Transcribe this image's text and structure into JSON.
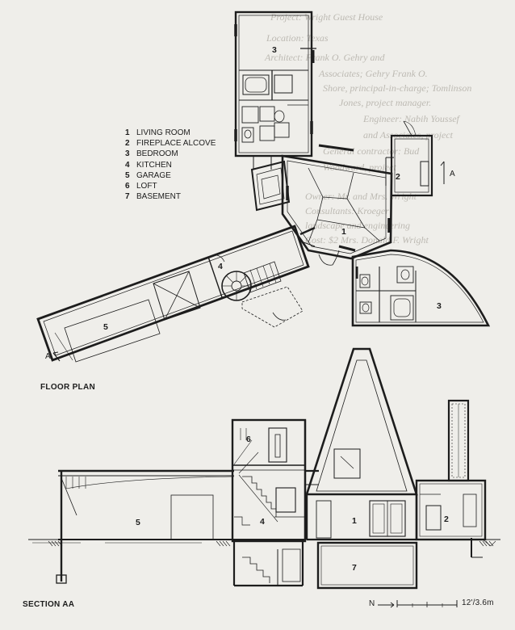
{
  "legend": [
    {
      "num": "1",
      "name": "LIVING ROOM"
    },
    {
      "num": "2",
      "name": "FIREPLACE ALCOVE"
    },
    {
      "num": "3",
      "name": "BEDROOM"
    },
    {
      "num": "4",
      "name": "KITCHEN"
    },
    {
      "num": "5",
      "name": "GARAGE"
    },
    {
      "num": "6",
      "name": "LOFT"
    },
    {
      "num": "7",
      "name": "BASEMENT"
    }
  ],
  "floor_plan": {
    "title": "FLOOR PLAN",
    "section_marker": "A",
    "room_numbers": [
      "3",
      "2",
      "1",
      "4",
      "5",
      "3"
    ]
  },
  "section": {
    "title": "SECTION AA",
    "room_numbers": [
      "6",
      "5",
      "4",
      "1",
      "2",
      "7"
    ]
  },
  "north_label": "N",
  "scale_label": "12'/3.6m",
  "background_text": [
    "Project: Wright Guest House",
    "Location: Texas",
    "Architect: Frank O. Gehry and",
    "Associates; Gehry Frank O.",
    "Shore, principal-in-charge; Tomlinson",
    "Jones, project manager.",
    "Engineer: Nabih Youssef",
    "and Associates, project",
    "General contractor: Bud",
    "Woodward, project",
    "Owner: Mr. and Mrs. Wright",
    "Consultants: Kroeger",
    "landscape and engineering",
    "Cost: $2 Mrs. Donald F. Wright"
  ]
}
